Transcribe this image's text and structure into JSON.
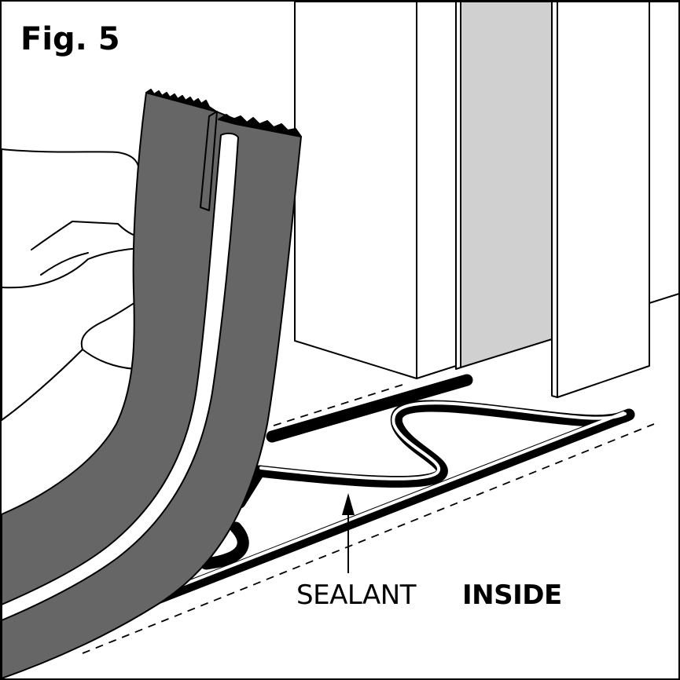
{
  "figure": {
    "title": "Fig. 5"
  },
  "labels": {
    "sealant": "SEALANT",
    "inside": "INSIDE"
  },
  "colors": {
    "strip_fill": "#666666",
    "wall_shade": "#d0d0d0",
    "outline": "#000000",
    "background": "#ffffff"
  }
}
